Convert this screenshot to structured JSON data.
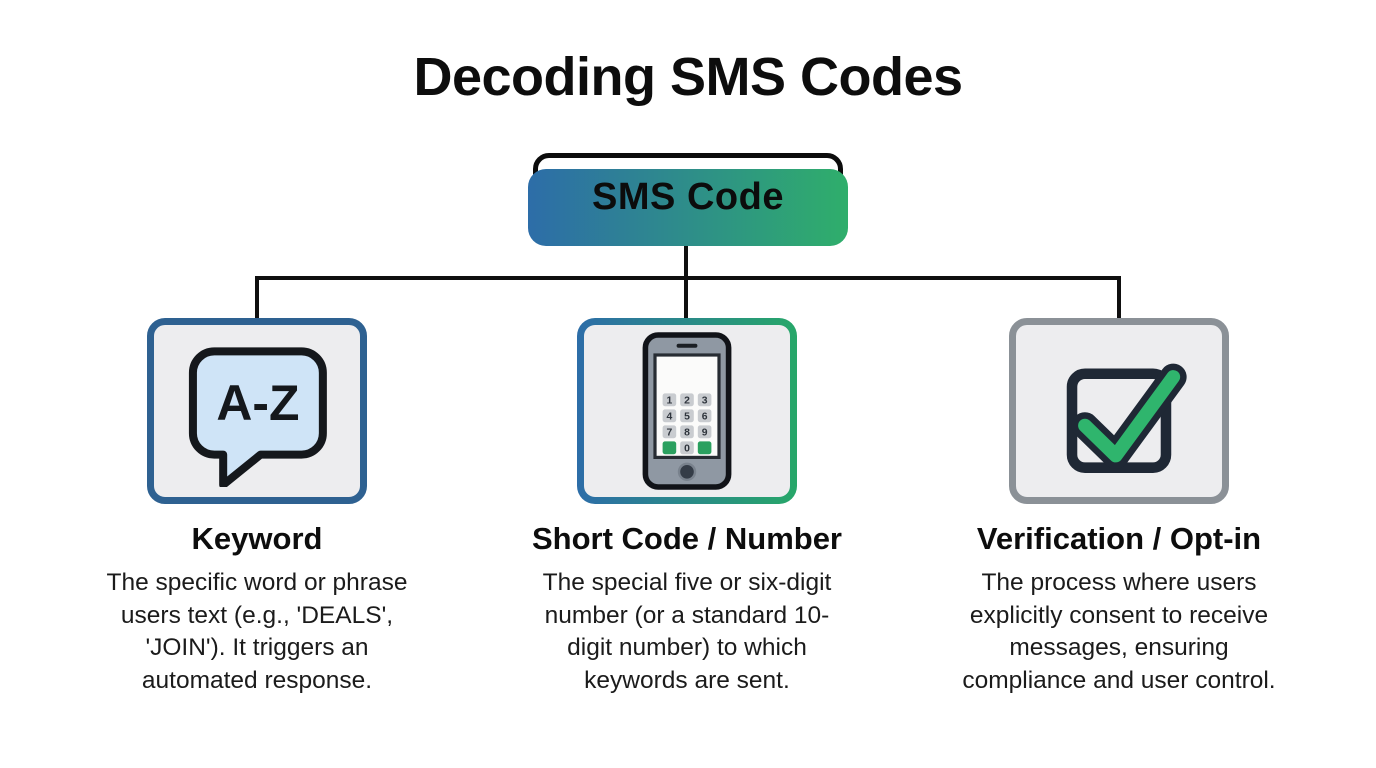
{
  "title": "Decoding SMS Codes",
  "root": {
    "label": "SMS Code"
  },
  "branches": [
    {
      "heading": "Keyword",
      "description": "The specific word or phrase\nusers text (e.g., 'DEALS',\n'JOIN'). It triggers an\nautomated response.",
      "icon": "speech-bubble-az-icon"
    },
    {
      "heading": "Short Code / Number",
      "description": "The special five or six-digit\nnumber (or a standard 10-\ndigit number) to which\nkeywords are sent.",
      "icon": "phone-keypad-icon"
    },
    {
      "heading": "Verification / Opt-in",
      "description": "The process where users\nexplicitly consent to receive\nmessages, ensuring\ncompliance and user control.",
      "icon": "checkbox-checked-icon"
    }
  ],
  "icons": {
    "bubble_label": "A-Z",
    "keypad": [
      "1",
      "2",
      "3",
      "4",
      "5",
      "6",
      "7",
      "8",
      "9",
      "0"
    ]
  },
  "colors": {
    "blue": "#2e6191",
    "green": "#27a769",
    "gray_border": "#8b9197",
    "line_black": "#0f0f0f",
    "card_bg": "#ededef",
    "bubble_fill": "#cfe4f7",
    "check_green": "#2fb56d",
    "phone_body": "#8f98a3"
  }
}
